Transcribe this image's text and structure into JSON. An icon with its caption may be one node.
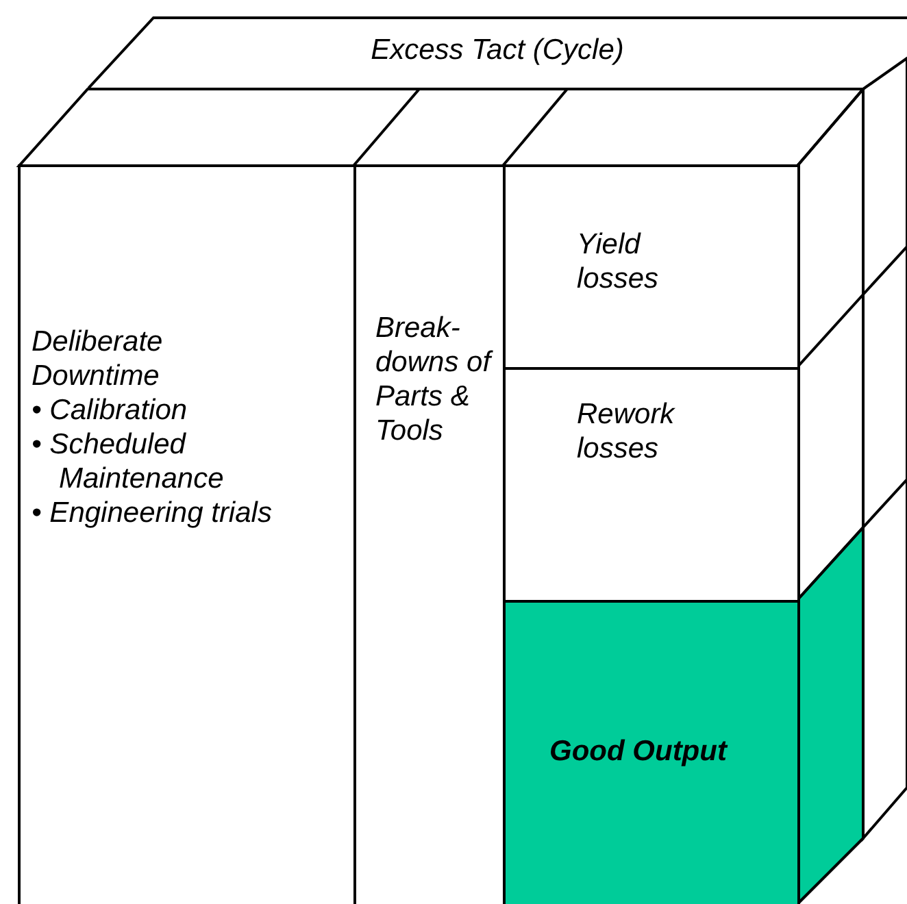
{
  "diagram": {
    "nodes": [
      {
        "text": [
          "Excess Tact (Cycle)"
        ]
      },
      {
        "text": [
          "Deliberate Downtime",
          "• Calibration",
          "• Scheduled Maintenance",
          "• Engineering trials"
        ]
      },
      {
        "text": [
          "Break-downs of Parts & Tools"
        ]
      },
      {
        "text": [
          "Yield losses"
        ]
      },
      {
        "text": [
          "Rework losses"
        ]
      },
      {
        "text": [
          "Good Output"
        ]
      }
    ]
  }
}
